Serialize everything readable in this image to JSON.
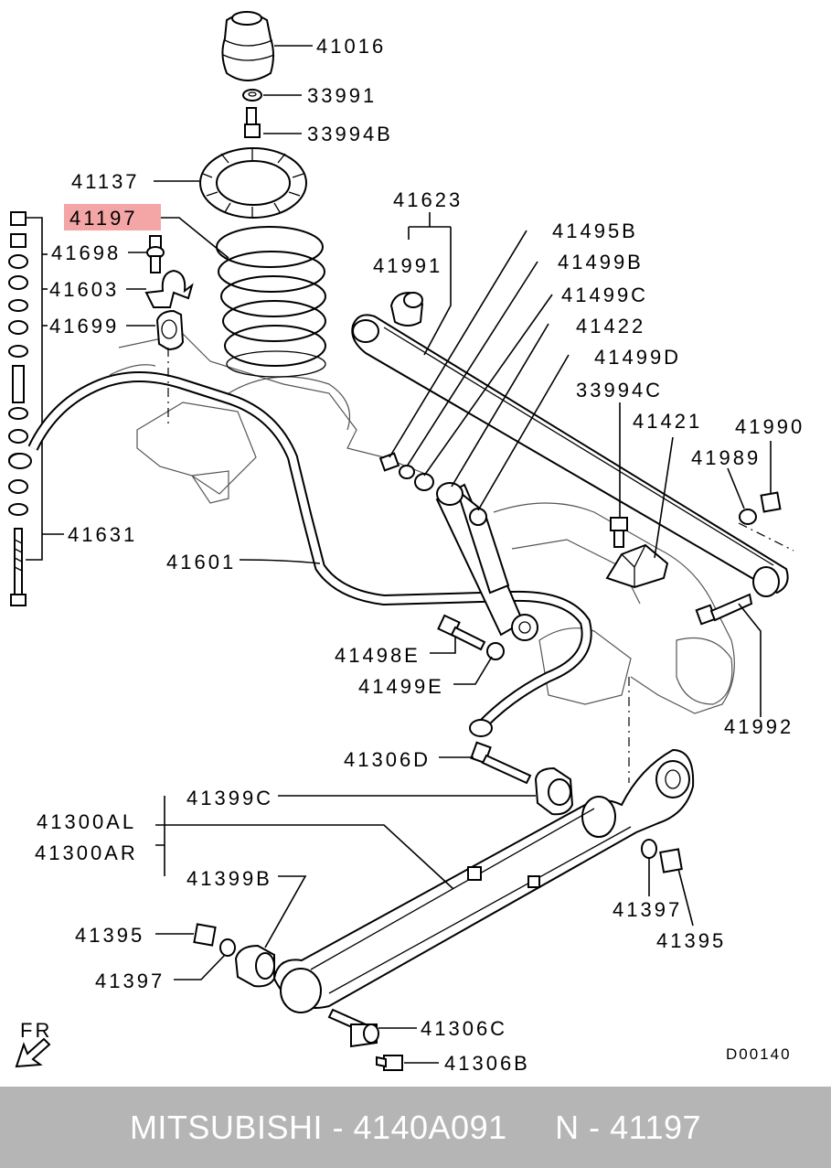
{
  "diagram": {
    "highlight_color": "#f4a6a6",
    "labels": {
      "p41016": "41016",
      "p33991": "33991",
      "p33994B": "33994B",
      "p41137": "41137",
      "p41197": "41197",
      "p41623": "41623",
      "p41495B": "41495B",
      "p41698": "41698",
      "p41499B": "41499B",
      "p41991": "41991",
      "p41603": "41603",
      "p41499C": "41499C",
      "p41699": "41699",
      "p41422": "41422",
      "p41499D": "41499D",
      "p33994C": "33994C",
      "p41421": "41421",
      "p41990": "41990",
      "p41989": "41989",
      "p41631": "41631",
      "p41601": "41601",
      "p41498E": "41498E",
      "p41499E": "41499E",
      "p41992": "41992",
      "p41306D": "41306D",
      "p41399C": "41399C",
      "p41300AL": "41300AL",
      "p41300AR": "41300AR",
      "p41399B": "41399B",
      "p41397a": "41397",
      "p41395a": "41395",
      "p41395b": "41395",
      "p41397b": "41397",
      "p41306C": "41306C",
      "p41306B": "41306B",
      "fr": "FR",
      "code": "D00140"
    }
  },
  "footer": {
    "text": "MITSUBISHI - 4140A091     N - 41197",
    "background": "#b5b5b5"
  }
}
